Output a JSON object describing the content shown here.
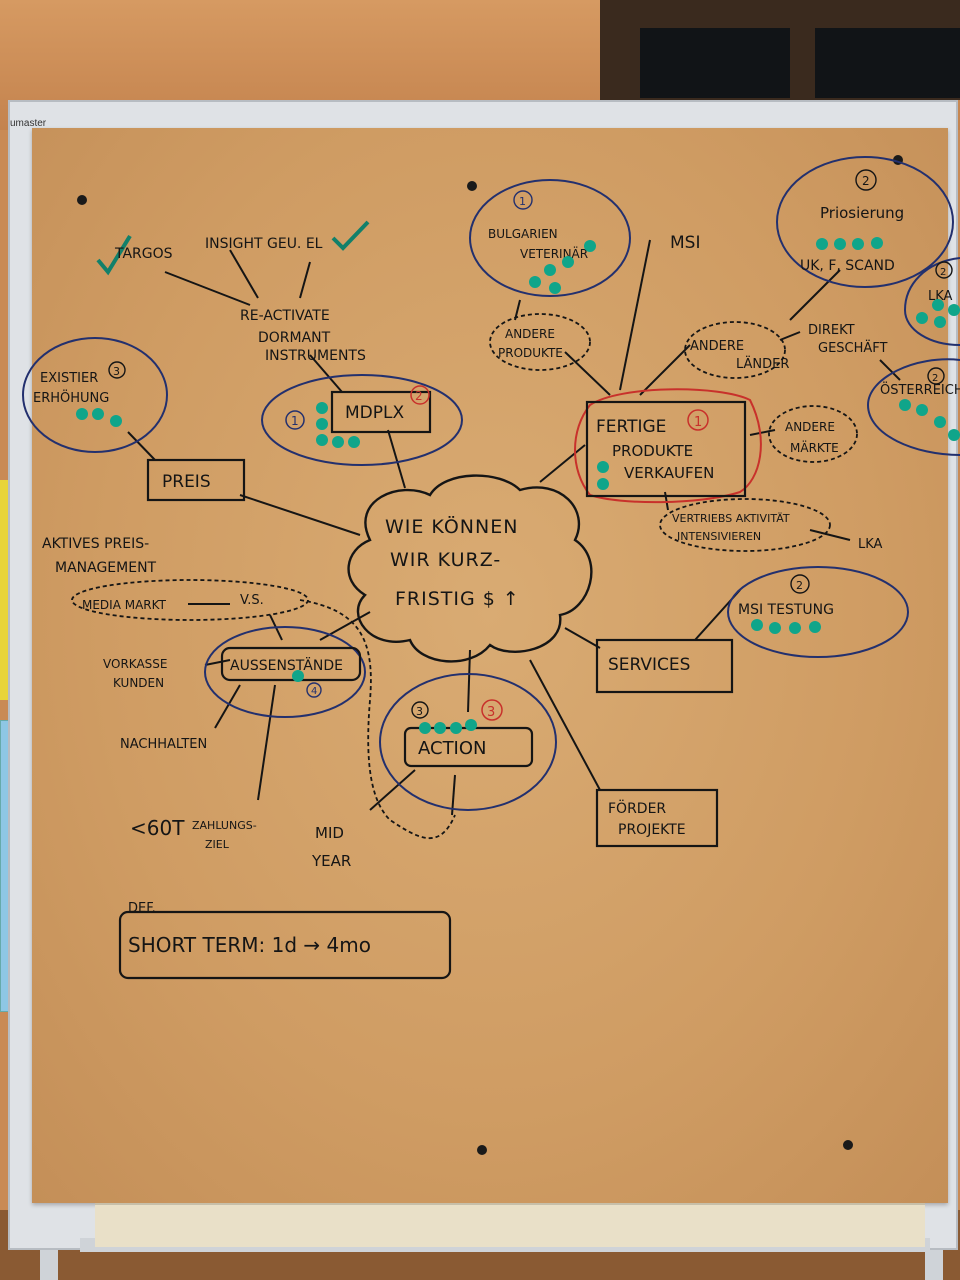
{
  "board_brand": "umaster",
  "center": [
    "WIE KÖNNEN",
    "WIR KURZ-",
    "FRISTIG $ ↑"
  ],
  "branches": {
    "targos": "TARGOS",
    "insight": "INSIGHT GEU. EL",
    "reactivate": [
      "RE-ACTIVATE",
      "DORMANT",
      "INSTRUMENTS"
    ],
    "mdplx": "MDPLX",
    "mdplx_rank_left": "1",
    "mdplx_rank_right": "2",
    "erhohung_rank": "3",
    "erhohung": [
      "EXISTIER",
      "ERHÖHUNG"
    ],
    "preis": "PREIS",
    "aktives": [
      "AKTIVES PREIS-",
      "MANAGEMENT"
    ],
    "media": "MEDIA MARKT",
    "vs": "V.S.",
    "aussen": "AUSSENSTÄNDE",
    "aussen_rank": "4",
    "vorkasse": [
      "VORKASSE",
      "KUNDEN"
    ],
    "nachhalten": "NACHHALTEN",
    "zahlung_main": "<60T",
    "zahlung_sub": [
      "ZAHLUNGS-",
      "ZIEL"
    ],
    "action": "ACTION",
    "action_rank_left": "3",
    "action_rank_right": "3",
    "mid_year": [
      "MID",
      "YEAR"
    ],
    "forder": [
      "FÖRDER",
      "PROJEKTE"
    ],
    "services": "SERVICES",
    "msi_testung": "MSI TESTUNG",
    "msi_testung_rank": "2",
    "vertriebs": [
      "VERTRIEBS AKTIVITÄT",
      "INTENSIVIEREN"
    ],
    "lka_low": "LKA",
    "fertige_rank": "1",
    "fertige": [
      "FERTIGE",
      "PRODUKTE",
      "VERKAUFEN"
    ],
    "andere_markte": [
      "ANDERE",
      "MÄRKTE"
    ],
    "bulgarien_rank": "1",
    "bulgarien": [
      "BULGARIEN",
      "VETERINÄR"
    ],
    "andere_produkte": [
      "ANDERE",
      "PRODUKTE"
    ],
    "msi": "MSI",
    "andere_lander": [
      "ANDERE",
      "LÄNDER"
    ],
    "direkt": [
      "DIREKT",
      "GESCHÄFT"
    ],
    "priosierung_rank": "2",
    "priosierung": "Priosierung",
    "uk": "UK, F, SCAND",
    "lka_high": "LKA",
    "lka_high_rank": "2",
    "osterreich_rank": "2",
    "osterreich": "ÖSTERREICH"
  },
  "definition": {
    "label": "DEF.",
    "text": "SHORT TERM: 1d → 4mo"
  },
  "colors": {
    "ink": "#151515",
    "blue_ink": "#23306e",
    "red_ink": "#c8312b",
    "vote_dot": "#10a58a",
    "check_green": "#12806a",
    "paper": "#d3a169"
  }
}
